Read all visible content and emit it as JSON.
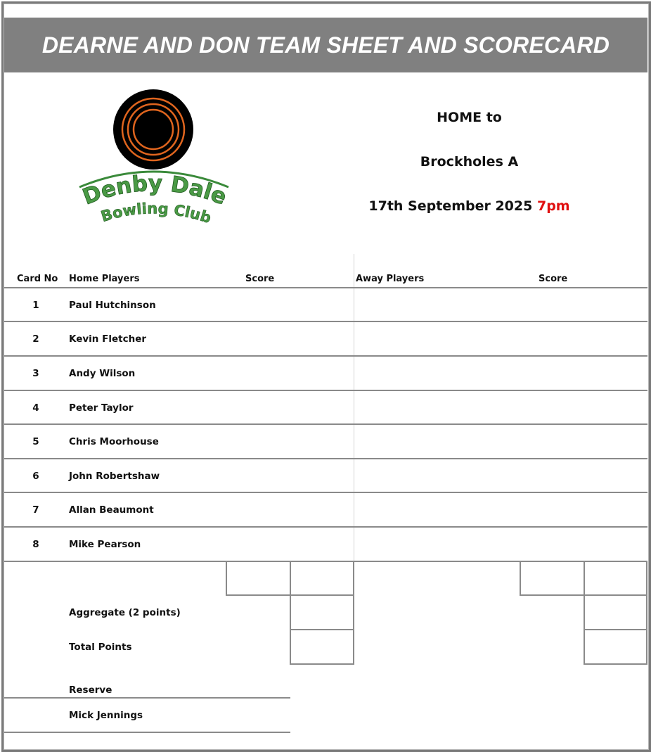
{
  "header": {
    "title": "DEARNE AND DON TEAM SHEET AND SCORECARD",
    "banner_color": "#808080"
  },
  "logo": {
    "line1": "Denby Dale",
    "line2": "Bowling Club",
    "ball_color": "#000000",
    "ring_color": "#e0651e",
    "text_color": "#3a8a3a"
  },
  "match": {
    "venue_line": "HOME to",
    "opponent": "Brockholes A",
    "date": "17th September 2025",
    "time": "7pm",
    "time_color": "#e01010"
  },
  "table": {
    "columns": {
      "card_no": "Card No",
      "home_players": "Home Players",
      "home_score": "Score",
      "away_players": "Away Players",
      "away_score": "Score"
    },
    "rows": [
      {
        "card_no": "1",
        "home_player": "Paul Hutchinson",
        "home_score": "",
        "away_player": "",
        "away_score": ""
      },
      {
        "card_no": "2",
        "home_player": "Kevin Fletcher",
        "home_score": "",
        "away_player": "",
        "away_score": ""
      },
      {
        "card_no": "3",
        "home_player": "Andy Wilson",
        "home_score": "",
        "away_player": "",
        "away_score": ""
      },
      {
        "card_no": "4",
        "home_player": "Peter Taylor",
        "home_score": "",
        "away_player": "",
        "away_score": ""
      },
      {
        "card_no": "5",
        "home_player": "Chris Moorhouse",
        "home_score": "",
        "away_player": "",
        "away_score": ""
      },
      {
        "card_no": "6",
        "home_player": "John Robertshaw",
        "home_score": "",
        "away_player": "",
        "away_score": ""
      },
      {
        "card_no": "7",
        "home_player": "Allan Beaumont",
        "home_score": "",
        "away_player": "",
        "away_score": ""
      },
      {
        "card_no": "8",
        "home_player": "Mike Pearson",
        "home_score": "",
        "away_player": "",
        "away_score": ""
      }
    ]
  },
  "totals": {
    "aggregate_label": "Aggregate (2 points)",
    "total_points_label": "Total Points"
  },
  "reserve": {
    "label": "Reserve",
    "name": "Mick Jennings"
  }
}
